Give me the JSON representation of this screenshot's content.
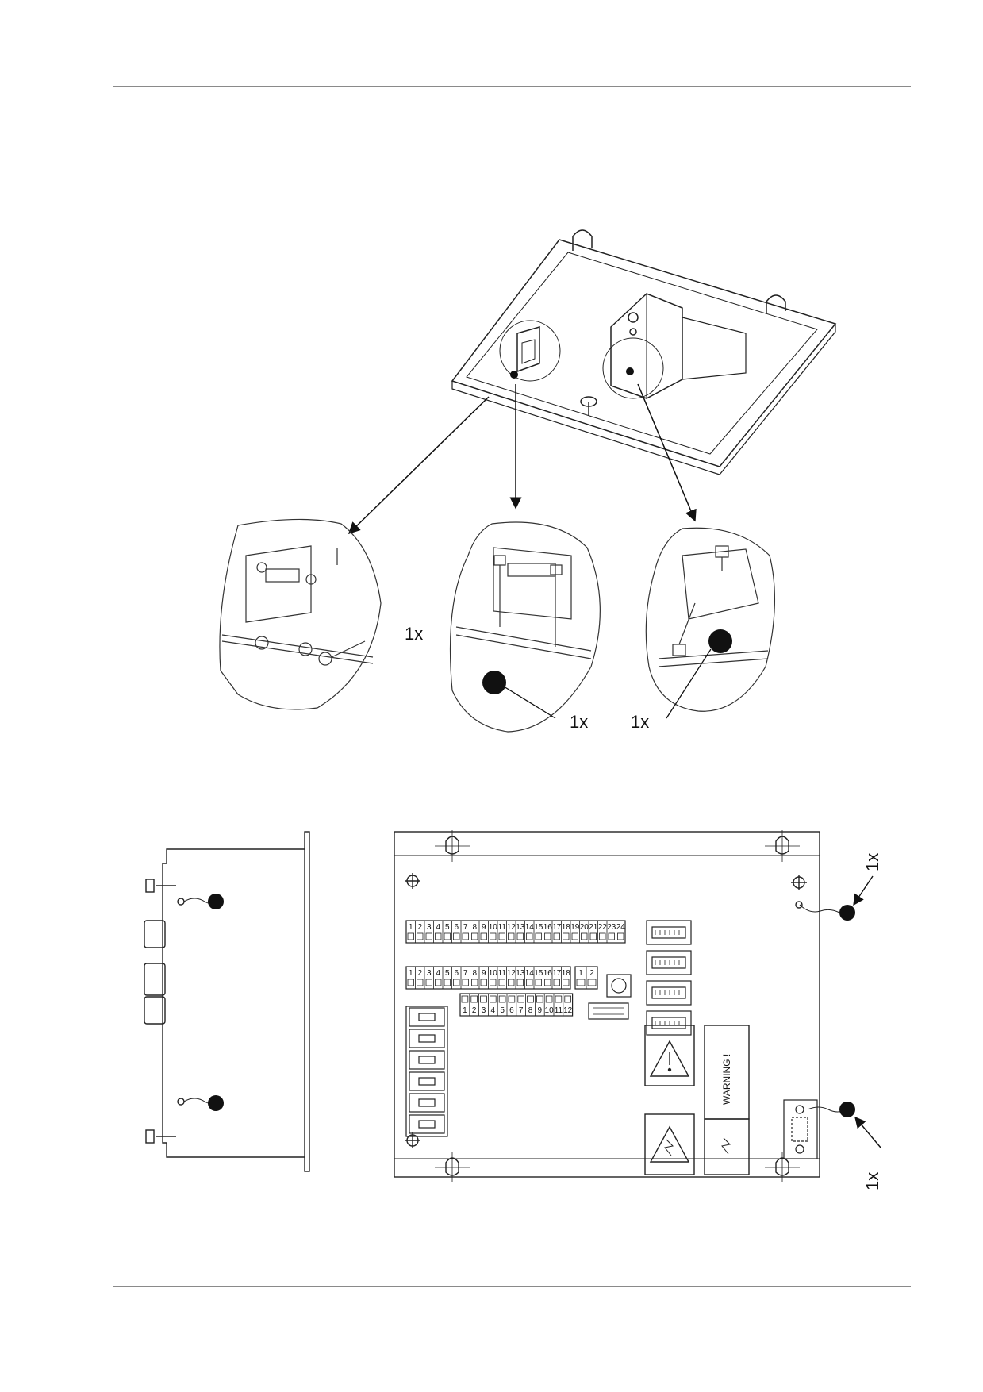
{
  "figure": {
    "seal_label": "1x",
    "warning_text": "WARNING !",
    "terminal_row1": [
      "1",
      "2",
      "3",
      "4",
      "5",
      "6",
      "7",
      "8",
      "9",
      "10",
      "11",
      "12",
      "13",
      "14",
      "15",
      "16",
      "17",
      "18",
      "19",
      "20",
      "21",
      "22",
      "23",
      "24"
    ],
    "terminal_row2": [
      "1",
      "2",
      "3",
      "4",
      "5",
      "6",
      "7",
      "8",
      "9",
      "10",
      "11",
      "12",
      "13",
      "14",
      "15",
      "16",
      "17",
      "18"
    ],
    "terminal_row3": [
      "1",
      "2",
      "3",
      "4",
      "5",
      "6",
      "7",
      "8",
      "9",
      "10",
      "11",
      "12"
    ],
    "terminal_small": [
      "1",
      "2"
    ]
  }
}
